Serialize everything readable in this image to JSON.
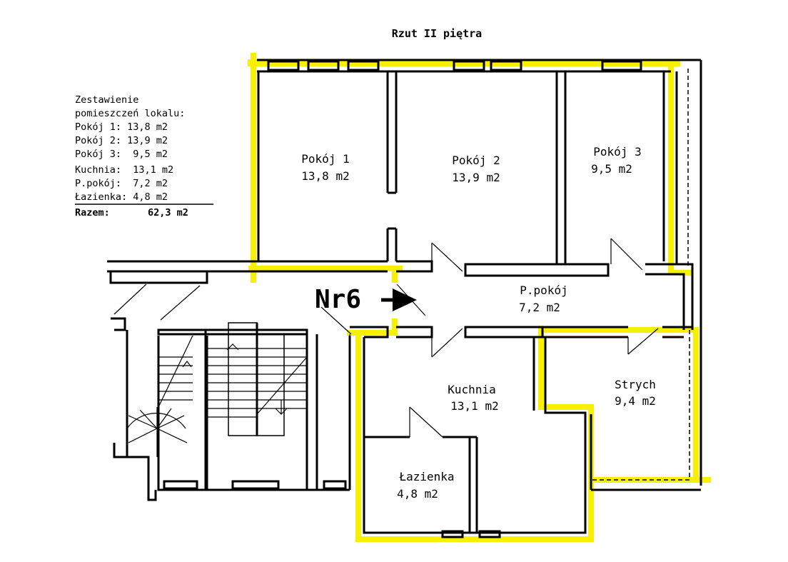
{
  "title": "Rzut II piętra",
  "summary": {
    "heading_line1": "Zestawienie",
    "heading_line2": "pomieszczeń lokalu:",
    "rows": [
      "Pokój 1: 13,8 m2",
      "Pokój 2: 13,9 m2",
      "Pokój 3:  9,5 m2",
      "Kuchnia:  13,1 m2",
      "P.pokój:  7,2 m2",
      "Łazienka: 4,8 m2"
    ],
    "total_label": "Razem:",
    "total_value": "62,3 m2"
  },
  "rooms": [
    {
      "name": "Pokój 1",
      "area": "13,8 m2"
    },
    {
      "name": "Pokój 2",
      "area": "13,9 m2"
    },
    {
      "name": "Pokój 3",
      "area": "9,5 m2"
    },
    {
      "name": "P.pokój",
      "area": "7,2 m2"
    },
    {
      "name": "Kuchnia",
      "area": "13,1 m2"
    },
    {
      "name": "Strych",
      "area": "9,4 m2"
    },
    {
      "name": "Łazienka",
      "area": "4,8 m2"
    }
  ],
  "unit_label": "Nr6",
  "colors": {
    "highlight": "#f7f000",
    "wall": "#000000",
    "background": "#ffffff"
  }
}
